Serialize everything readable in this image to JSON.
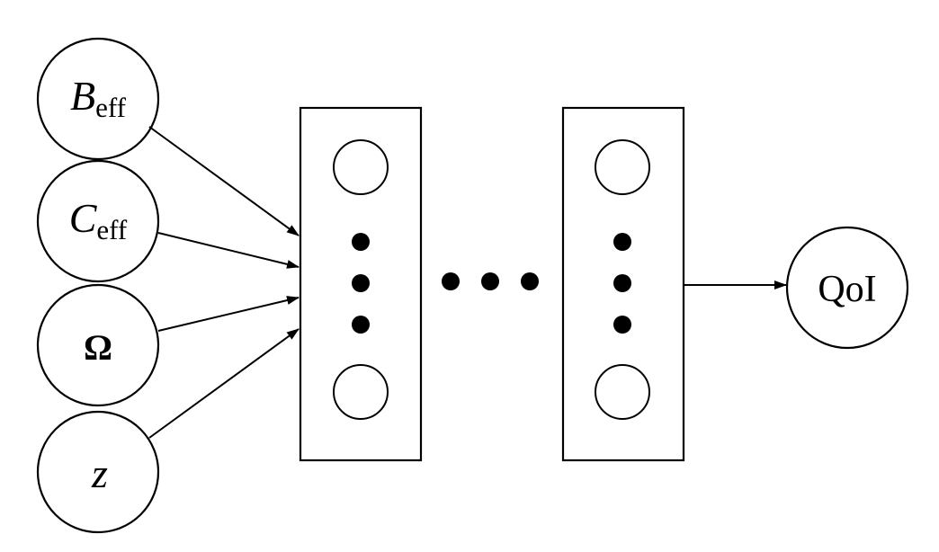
{
  "colors": {
    "stroke": "#000000",
    "fill": "#ffffff",
    "dot": "#000000"
  },
  "inputs": [
    {
      "symbol": "B",
      "subscript": "eff",
      "italic": true
    },
    {
      "symbol": "C",
      "subscript": "eff",
      "italic": true
    },
    {
      "symbol": "Ω",
      "subscript": "",
      "italic": false
    },
    {
      "symbol": "z",
      "subscript": "",
      "italic": true
    }
  ],
  "output": {
    "label": "QoI"
  },
  "hidden_layers": {
    "shown_count": 2,
    "neurons_shown_per_layer": 2,
    "vertical_ellipsis_dots": 3,
    "horizontal_ellipsis_dots": 3
  }
}
